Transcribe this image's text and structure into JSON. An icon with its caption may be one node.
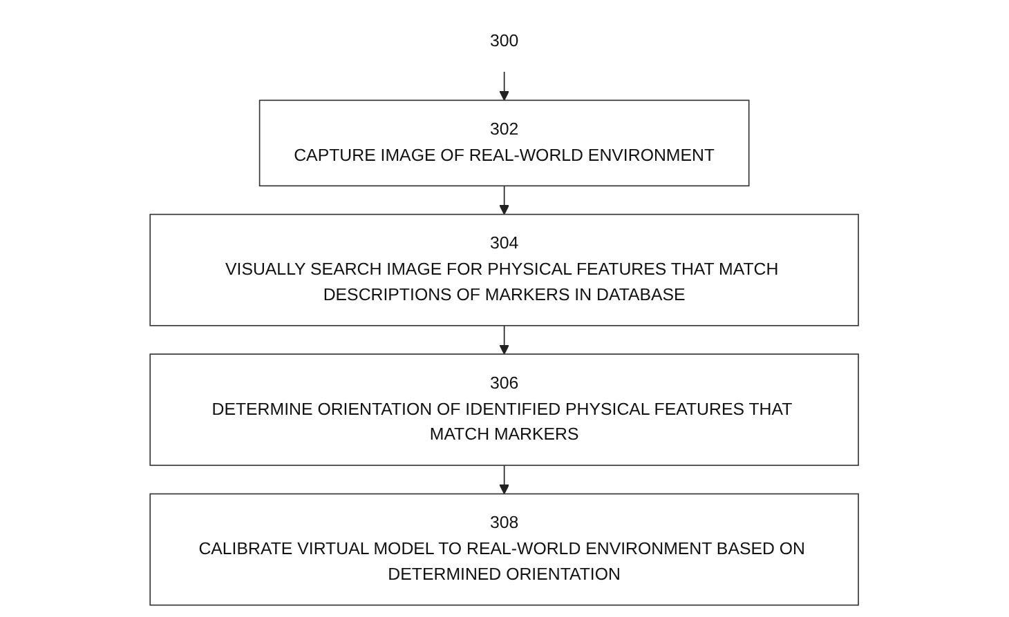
{
  "diagram": {
    "nodes": [
      {
        "text": [
          "300"
        ]
      },
      {
        "text": [
          "302",
          "CAPTURE IMAGE OF REAL-WORLD ENVIRONMENT"
        ]
      },
      {
        "text": [
          "304",
          "VISUALLY SEARCH IMAGE FOR PHYSICAL FEATURES THAT MATCH DESCRIPTIONS OF MARKERS IN DATABASE"
        ]
      },
      {
        "text": [
          "306",
          "DETERMINE ORIENTATION OF IDENTIFIED PHYSICAL FEATURES THAT MATCH MARKERS"
        ]
      },
      {
        "text": [
          "308",
          "CALIBRATE VIRTUAL MODEL TO REAL-WORLD ENVIRONMENT BASED ON DETERMINED ORIENTATION"
        ]
      }
    ],
    "edges": [
      {
        "from": 0,
        "to": 1,
        "arrow": "to"
      },
      {
        "from": 1,
        "to": 2,
        "arrow": "to"
      },
      {
        "from": 2,
        "to": 3,
        "arrow": "to"
      },
      {
        "from": 3,
        "to": 4,
        "arrow": "to"
      }
    ]
  }
}
